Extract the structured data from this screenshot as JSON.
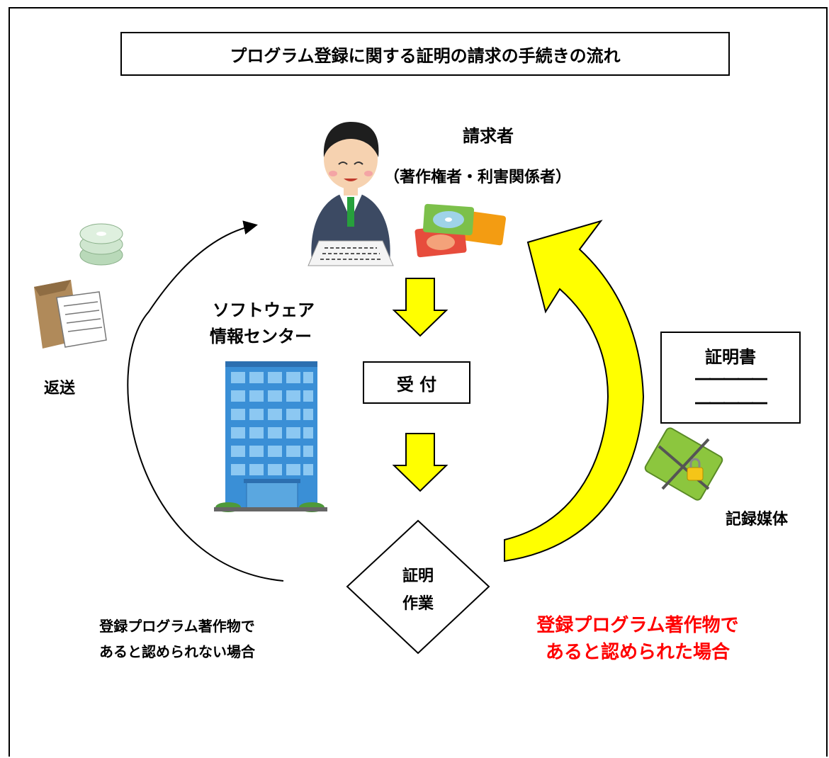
{
  "title": "プログラム登録に関する証明の請求の手続きの流れ",
  "requester": {
    "label": "請求者",
    "sub": "（著作権者・利害関係者）"
  },
  "center": {
    "line1": "ソフトウェア",
    "line2": "情報センター"
  },
  "reception": "受 付",
  "work": {
    "line1": "証明",
    "line2": "作業"
  },
  "certificate": {
    "label": "証明書",
    "line1": "―――――",
    "line2": "―――――"
  },
  "media": "記録媒体",
  "return": "返送",
  "not_recognized": {
    "line1": "登録プログラム著作物で",
    "line2": "あると認められない場合"
  },
  "recognized": {
    "line1": "登録プログラム著作物で",
    "line2": "あると認められた場合"
  },
  "colors": {
    "arrow_fill": "#ffff00",
    "recognized_text": "#ff0000",
    "building": "#3a8fd6",
    "envelope": "#b08a5a",
    "media_green": "#8cc63e"
  }
}
